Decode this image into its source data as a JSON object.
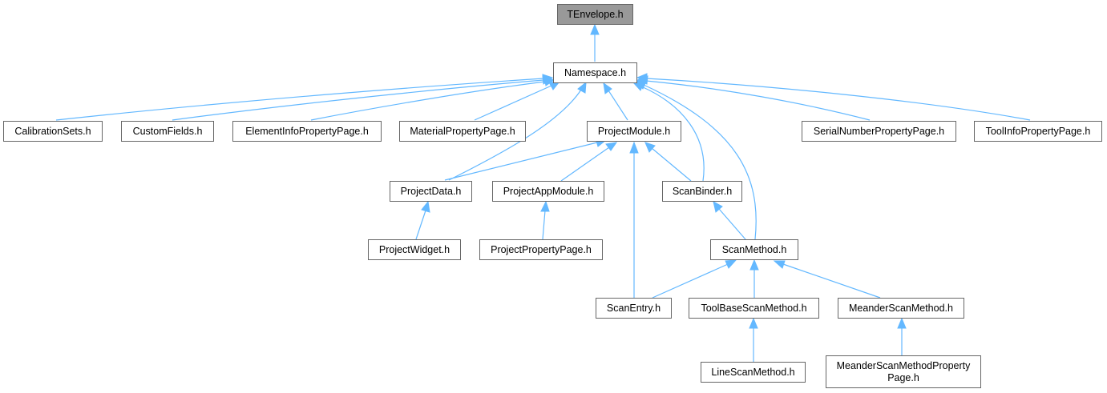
{
  "graph": {
    "nodes": {
      "tenvelope": "TEnvelope.h",
      "namespace": "Namespace.h",
      "calibration_sets": "CalibrationSets.h",
      "custom_fields": "CustomFields.h",
      "element_info": "ElementInfoPropertyPage.h",
      "material_property": "MaterialPropertyPage.h",
      "project_module": "ProjectModule.h",
      "serial_number": "SerialNumberPropertyPage.h",
      "tool_info": "ToolInfoPropertyPage.h",
      "project_data": "ProjectData.h",
      "project_app_module": "ProjectAppModule.h",
      "scan_binder": "ScanBinder.h",
      "project_widget": "ProjectWidget.h",
      "project_property_page": "ProjectPropertyPage.h",
      "scan_method": "ScanMethod.h",
      "scan_entry": "ScanEntry.h",
      "tool_base_scan_method": "ToolBaseScanMethod.h",
      "meander_scan_method": "MeanderScanMethod.h",
      "line_scan_method": "LineScanMethod.h",
      "meander_prop_line1": "MeanderScanMethodProperty",
      "meander_prop_line2": "Page.h"
    }
  },
  "colors": {
    "edge": "#63b8ff",
    "root_fill": "#999999",
    "node_border": "#666666"
  }
}
